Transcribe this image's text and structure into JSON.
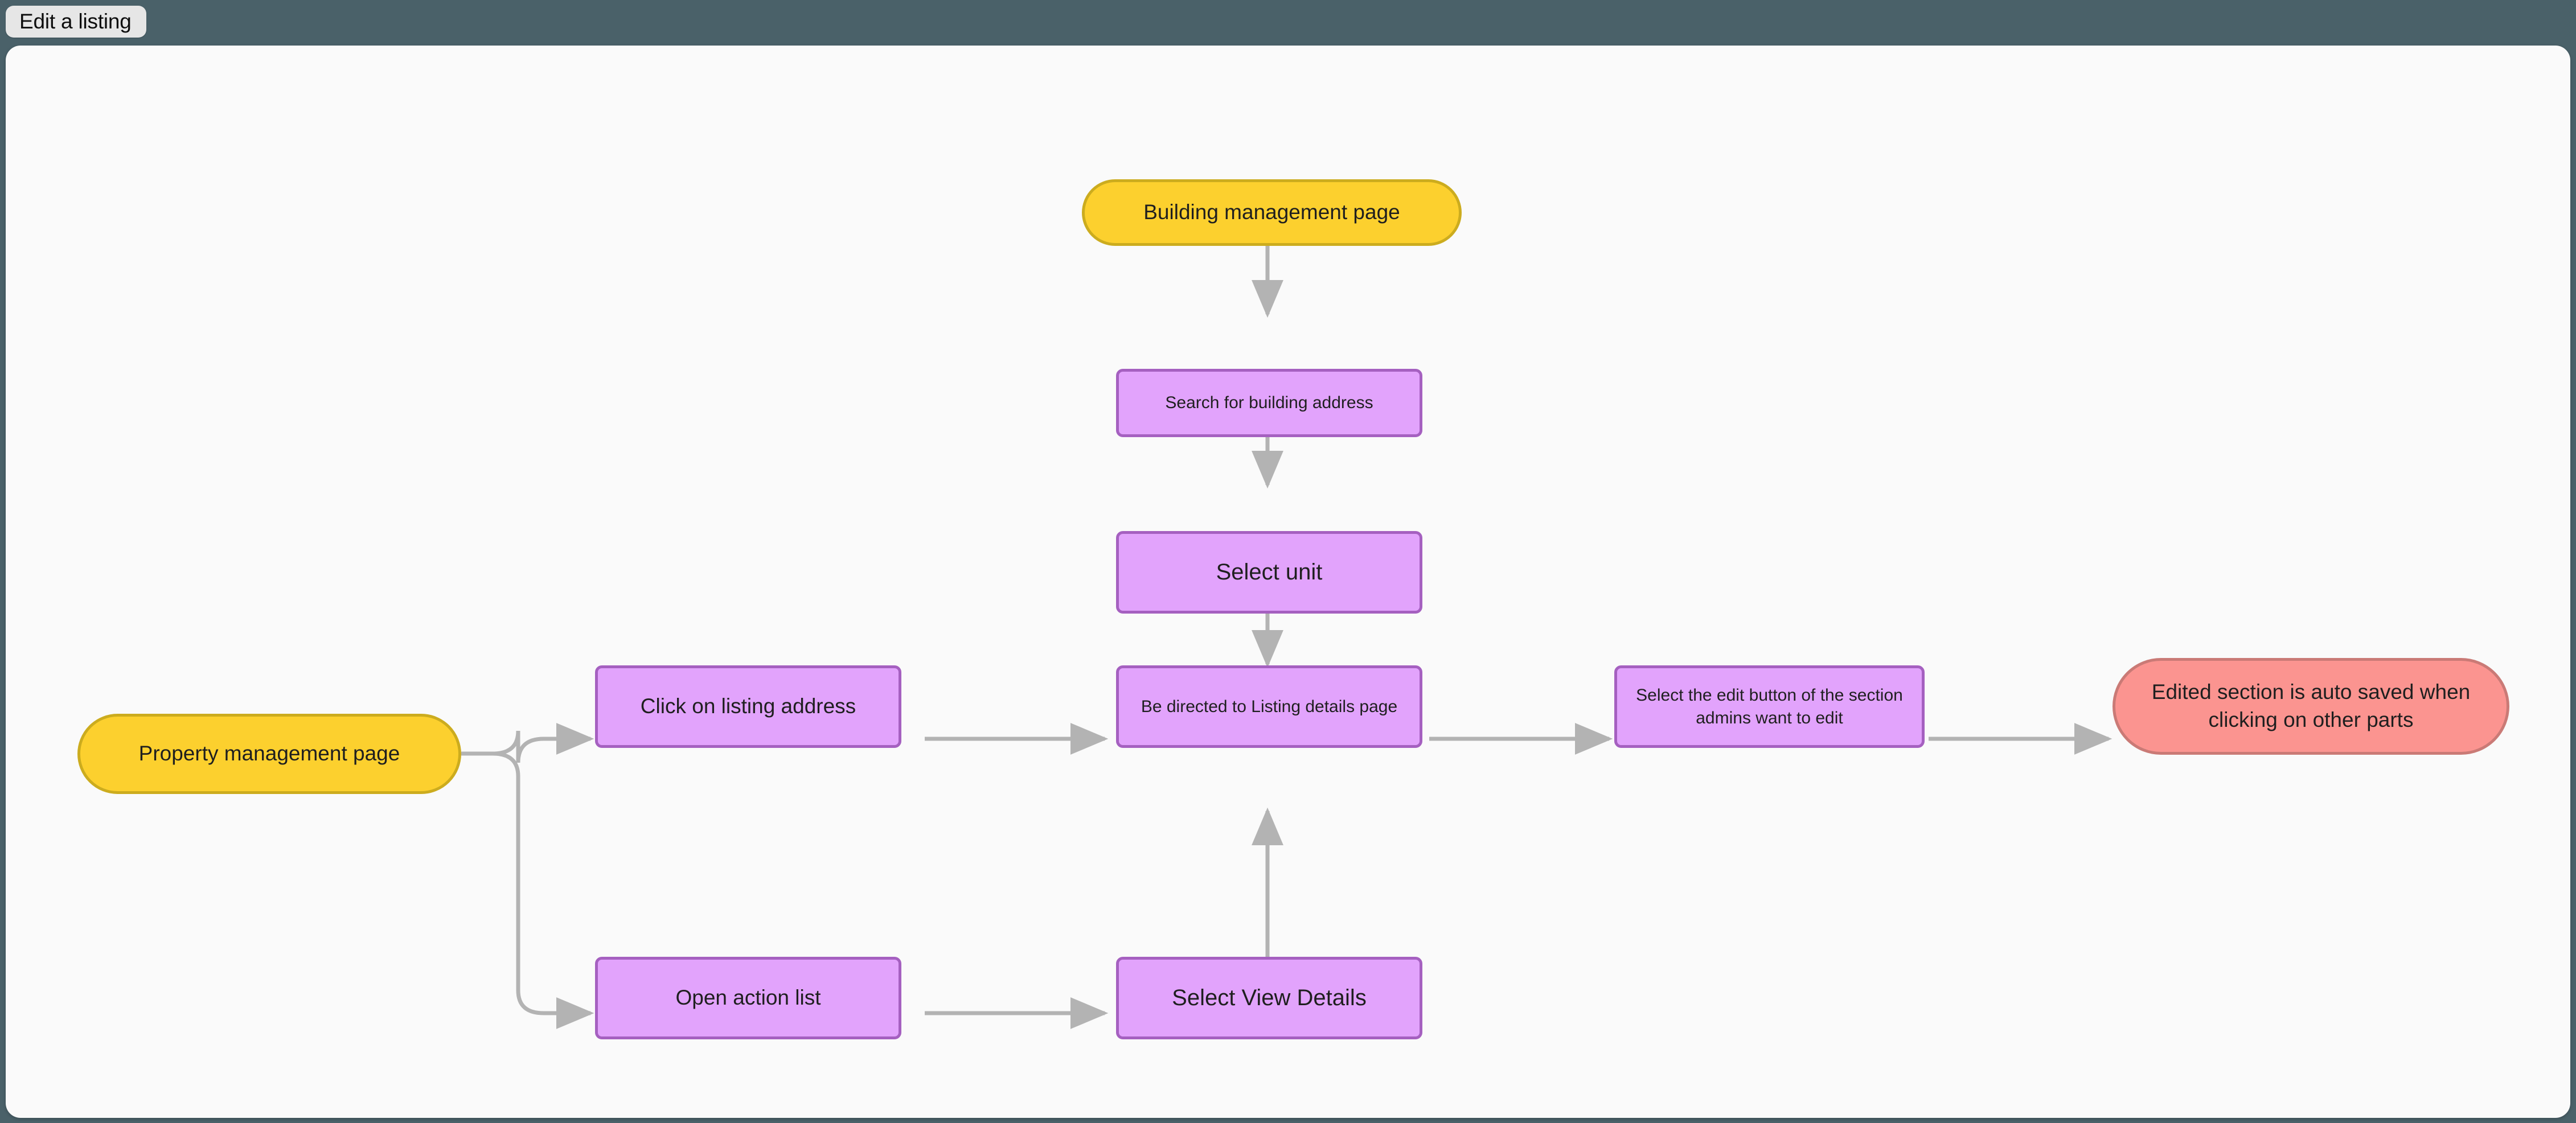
{
  "window": {
    "background_color": "#4a6169",
    "canvas_color": "#fafafa"
  },
  "tab": {
    "label": "Edit a listing"
  },
  "palette": {
    "terminal_fill": "#fcd02e",
    "terminal_stroke": "#ccac1e",
    "process_fill": "#e2a3fc",
    "process_stroke": "#a560c0",
    "alert_fill": "#fb9490",
    "alert_stroke": "#ca7a76",
    "edge_color": "#b3b3b3",
    "text_color": "#1f1f1f"
  },
  "diagram": {
    "type": "flowchart",
    "title": "Edit a listing",
    "nodes": [
      {
        "id": "building-management-page",
        "label": "Building management page",
        "shape": "stadium",
        "role": "terminal"
      },
      {
        "id": "search-building-address",
        "label": "Search for building address",
        "shape": "rect",
        "role": "process"
      },
      {
        "id": "select-unit",
        "label": "Select unit",
        "shape": "rect",
        "role": "process"
      },
      {
        "id": "listing-details-page",
        "label": "Be directed to Listing details page",
        "shape": "rect",
        "role": "process"
      },
      {
        "id": "select-edit-button",
        "label": "Select the edit button of the section admins want to edit",
        "shape": "rect",
        "role": "process"
      },
      {
        "id": "auto-saved",
        "label": "Edited section is auto saved when clicking on other parts",
        "shape": "stadium",
        "role": "alert"
      },
      {
        "id": "property-management-page",
        "label": "Property management page",
        "shape": "stadium",
        "role": "terminal"
      },
      {
        "id": "click-listing-address",
        "label": "Click on listing address",
        "shape": "rect",
        "role": "process"
      },
      {
        "id": "open-action-list",
        "label": "Open action list",
        "shape": "rect",
        "role": "process"
      },
      {
        "id": "select-view-details",
        "label": "Select View Details",
        "shape": "rect",
        "role": "process"
      }
    ],
    "edges": [
      {
        "from": "building-management-page",
        "to": "search-building-address",
        "direction": "down"
      },
      {
        "from": "search-building-address",
        "to": "select-unit",
        "direction": "down"
      },
      {
        "from": "select-unit",
        "to": "listing-details-page",
        "direction": "down"
      },
      {
        "from": "property-management-page",
        "to": "click-listing-address",
        "direction": "branch-up-right"
      },
      {
        "from": "property-management-page",
        "to": "open-action-list",
        "direction": "branch-down-right"
      },
      {
        "from": "click-listing-address",
        "to": "listing-details-page",
        "direction": "right"
      },
      {
        "from": "open-action-list",
        "to": "select-view-details",
        "direction": "right"
      },
      {
        "from": "select-view-details",
        "to": "listing-details-page",
        "direction": "up"
      },
      {
        "from": "listing-details-page",
        "to": "select-edit-button",
        "direction": "right"
      },
      {
        "from": "select-edit-button",
        "to": "auto-saved",
        "direction": "right"
      }
    ]
  }
}
